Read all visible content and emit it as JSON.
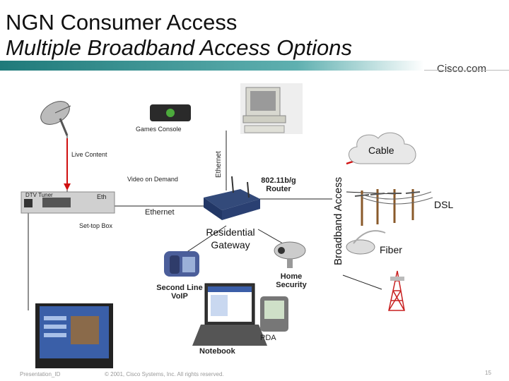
{
  "slide": {
    "title": "NGN Consumer Access",
    "subtitle": "Multiple Broadband Access Options",
    "logo": "Cisco.com"
  },
  "labels": {
    "games_console": "Games Console",
    "live_content": "Live Content",
    "video_on_demand": "Video on Demand",
    "ethernet_vertical": "Ethernet",
    "dtv_tuner": "DTV Tuner",
    "eth": "Eth",
    "ethernet": "Ethernet",
    "set_top_box": "Set-top Box",
    "router": "802.11b/g Router",
    "residential_gateway": "Residential Gateway",
    "broadband_access": "Broadband Access",
    "cable": "Cable",
    "dsl": "DSL",
    "fiber": "Fiber",
    "second_line_voip": "Second Line VoIP",
    "home_security": "Home Security",
    "pda": "PDA",
    "notebook": "Notebook"
  },
  "footer": {
    "left": "Presentation_ID",
    "center": "© 2001, Cisco Systems, Inc. All rights reserved.",
    "page": "15"
  },
  "colors": {
    "accent_bar": "#2a8a8a",
    "cable_link": "#d01010",
    "cloud": "#e8e8e8"
  }
}
